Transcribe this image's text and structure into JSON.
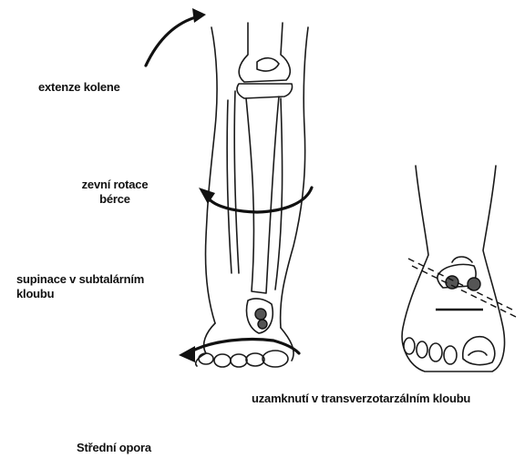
{
  "labels": {
    "knee_extension": "extenze kolene",
    "tibia_rotation_line1": "zevní rotace",
    "tibia_rotation_line2": "bérce",
    "subtalar_line1": "supinace v subtalárním",
    "subtalar_line2": "kloubu",
    "transverse_tarsal": "uzamknutí v transverzotarzálním kloubu",
    "midstance": "Střední opora"
  },
  "colors": {
    "ink": "#111111",
    "background": "#ffffff",
    "joint_fill": "#555555"
  }
}
